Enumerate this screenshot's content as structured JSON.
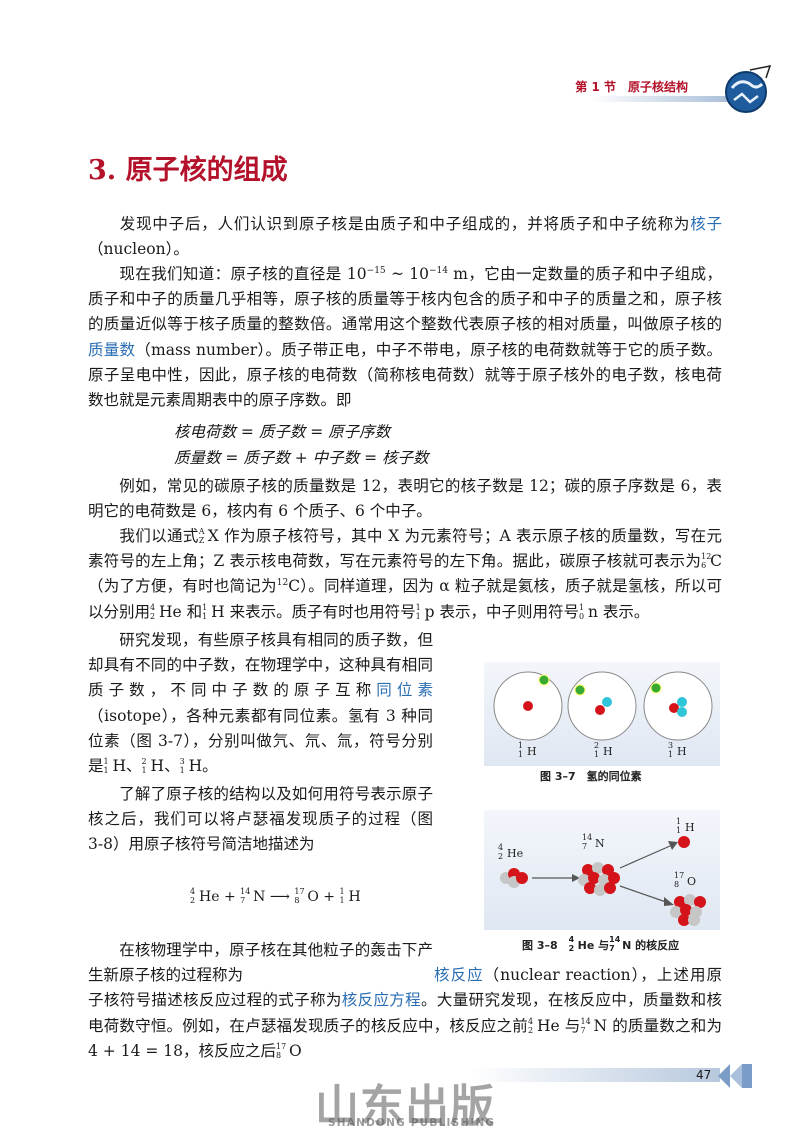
{
  "header": {
    "section": "第 1 节　原子核结构"
  },
  "title": "3. 原子核的组成",
  "p1": {
    "a": "发现中子后，人们认识到原子核是由质子和中子组成的，并将质子和中子统称为",
    "term": "核子",
    "b": "（nucleon）。"
  },
  "p2": {
    "a": "现在我们知道：原子核的直径是 10",
    "e1": "−15",
    "b": " ~ 10",
    "e2": "−14",
    "c": " m，它由一定数量的质子和中子组成，质子和中子的质量几乎相等，原子核的质量等于核内包含的质子和中子的质量之和，原子核的质量近似等于核子质量的整数倍。通常用这个整数代表原子核的相对质量，叫做原子核的",
    "term": "质量数",
    "d": "（mass number）。质子带正电，中子不带电，原子核的电荷数就等于它的质子数。原子呈电中性，因此，原子核的电荷数（简称核电荷数）就等于原子核外的电子数，核电荷数也就是元素周期表中的原子序数。即"
  },
  "formula1": "核电荷数 = 质子数 = 原子序数",
  "formula2": "质量数 = 质子数 + 中子数 = 核子数",
  "p3": "例如，常见的碳原子核的质量数是 12，表明它的核子数是 12；碳的原子序数是 6，表明它的电荷数是 6，核内有 6 个质子、6 个中子。",
  "p4": {
    "a": "我们以通式",
    "b": "X 作为原子核符号，其中 X 为元素符号；A 表示原子核的质量数，写在元素符号的左上角；Z 表示核电荷数，写在元素符号的左下角。据此，碳原子核就可表示为",
    "c": "C（为了方便，有时也简记为",
    "d": "C）。同样道理，因为 α 粒子就是氦核，质子就是氢核，所以可以分别用",
    "e": "He 和",
    "f": "H 来表示。质子有时也用符号",
    "g": "p 表示，中子则用符号",
    "h": "n 表示。",
    "iso_A": "A",
    "iso_Z": "Z",
    "iso_12": "12",
    "iso_6": "6",
    "iso_4": "4",
    "iso_2": "2",
    "iso_1": "1",
    "iso_0": "0"
  },
  "p5": {
    "a": "研究发现，有些原子核具有相同的质子数，但却具有不同的中子数，在物理学中，这种具有相同质子数，不同中子数的原子互称",
    "term": "同位素",
    "b": "（isotope），各种元素都有同位素。氢有 3 种同位素（图 3-7），分别叫做氕、氘、氚，符号分别是",
    "c": "H、",
    "d": "H、",
    "e": "H。",
    "iso_2": "2",
    "iso_3": "3",
    "iso_1": "1"
  },
  "p6": "了解了原子核的结构以及如何用符号表示原子核之后，我们可以将卢瑟福发现质子的过程（图 3-8）用原子核符号简洁地描述为",
  "reaction": {
    "he": "He +",
    "n": "N",
    "arrow": "⟶",
    "o": "O +",
    "h": "H",
    "n4": "4",
    "n2": "2",
    "n14": "14",
    "n7": "7",
    "n17": "17",
    "n8": "8",
    "n1": "1"
  },
  "p7": {
    "a": "在核物理学中，原子核在其他粒子的轰击下产生新原子核的过程称为",
    "term1": "核反应",
    "b": "（nuclear reaction），上述用原子核符号描述核反应过程的式子称为",
    "term2": "核反应方程",
    "c": "。大量研究发现，在核反应中，质量数和核电荷数守恒。例如，在卢瑟福发现质子的核反应中，核反应之前",
    "d": "He 与",
    "e": "N 的质量数之和为 4 + 14 = 18，核反应之后",
    "f": "O",
    "n4": "4",
    "n2": "2",
    "n14": "14",
    "n7": "7",
    "n17": "17",
    "n8": "8"
  },
  "fig37": {
    "caption": "图 3–7　氢的同位素",
    "l1": "H",
    "l2": "H",
    "l3": "H",
    "m1": "1",
    "m2": "2",
    "m3": "3",
    "z": "1"
  },
  "fig38": {
    "caption_a": "图 3–8　",
    "caption_he": "He 与",
    "caption_n": "N 的核反应",
    "he": "He",
    "n": "N",
    "h": "H",
    "o": "O",
    "n4": "4",
    "n2": "2",
    "n14": "14",
    "n7": "7",
    "n1": "1",
    "n17": "17",
    "n8": "8"
  },
  "footer": {
    "page": "47",
    "publisher_cn": "山东出版",
    "publisher_en": "SHANDONG PUBLISHING"
  }
}
